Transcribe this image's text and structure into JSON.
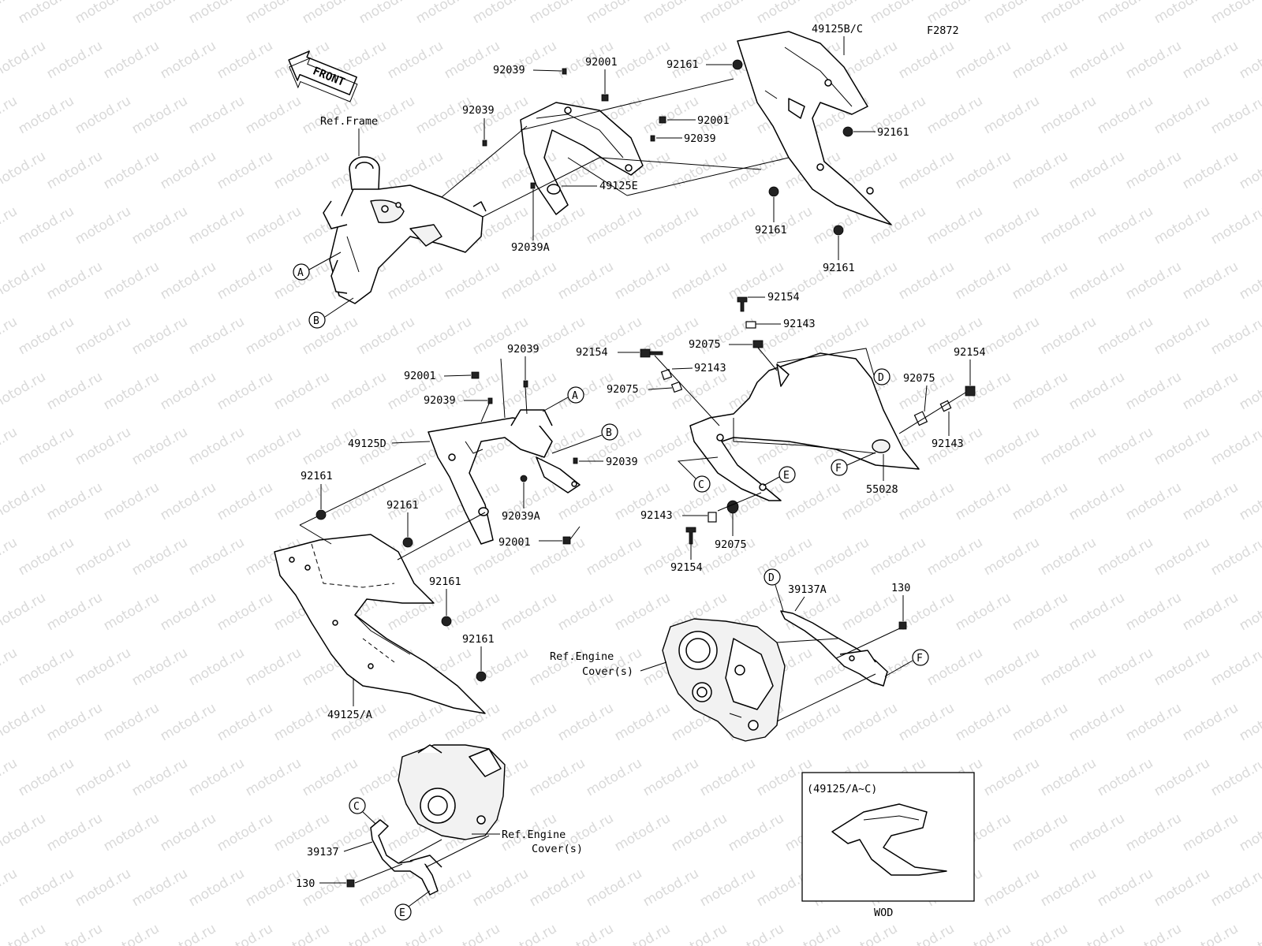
{
  "figure_id": "F2872",
  "watermark_text": "motod.ru",
  "front_arrow_label": "FRONT",
  "ref_labels": {
    "frame": "Ref.Frame",
    "engine_cover_right_line1": "Ref.Engine",
    "engine_cover_right_line2": "Cover(s)",
    "engine_cover_left_line1": "Ref.Engine",
    "engine_cover_left_line2": "Cover(s)"
  },
  "callouts": {
    "a1": "A",
    "b1": "B",
    "a2": "A",
    "b2": "B",
    "c1": "C",
    "d1": "D",
    "e1": "E",
    "f1": "F",
    "d2": "D",
    "f2": "F",
    "c2": "C",
    "e2": "E"
  },
  "part_labels": {
    "p49125bc": "49125B/C",
    "p92001_a": "92001",
    "p92039_a": "92039",
    "p92039_b": "92039",
    "p92161_a": "92161",
    "p92001_b": "92001",
    "p92039_c": "92039",
    "p92161_b": "92161",
    "p49125e": "49125E",
    "p92039a_a": "92039A",
    "p92161_c": "92161",
    "p92161_d": "92161",
    "p92154_a": "92154",
    "p92143_a": "92143",
    "p92075_a": "92075",
    "p92154_b": "92154",
    "p92143_b": "92143",
    "p92075_b": "92075",
    "p92154_c": "92154",
    "p92075_c": "92075",
    "p92143_c": "92143",
    "p55028": "55028",
    "p92143_d": "92143",
    "p92075_d": "92075",
    "p92154_d": "92154",
    "p92039_d": "92039",
    "p92001_c": "92001",
    "p92039_e": "92039",
    "p49125d": "49125D",
    "p92039_f": "92039",
    "p92039a_b": "92039A",
    "p92001_d": "92001",
    "p92161_e": "92161",
    "p92161_f": "92161",
    "p92161_g": "92161",
    "p92161_h": "92161",
    "p49125a": "49125/A",
    "p39137a": "39137A",
    "p130_a": "130",
    "p39137": "39137",
    "p130_b": "130"
  },
  "inset": {
    "title": "(49125/A~C)",
    "caption": "WOD"
  }
}
